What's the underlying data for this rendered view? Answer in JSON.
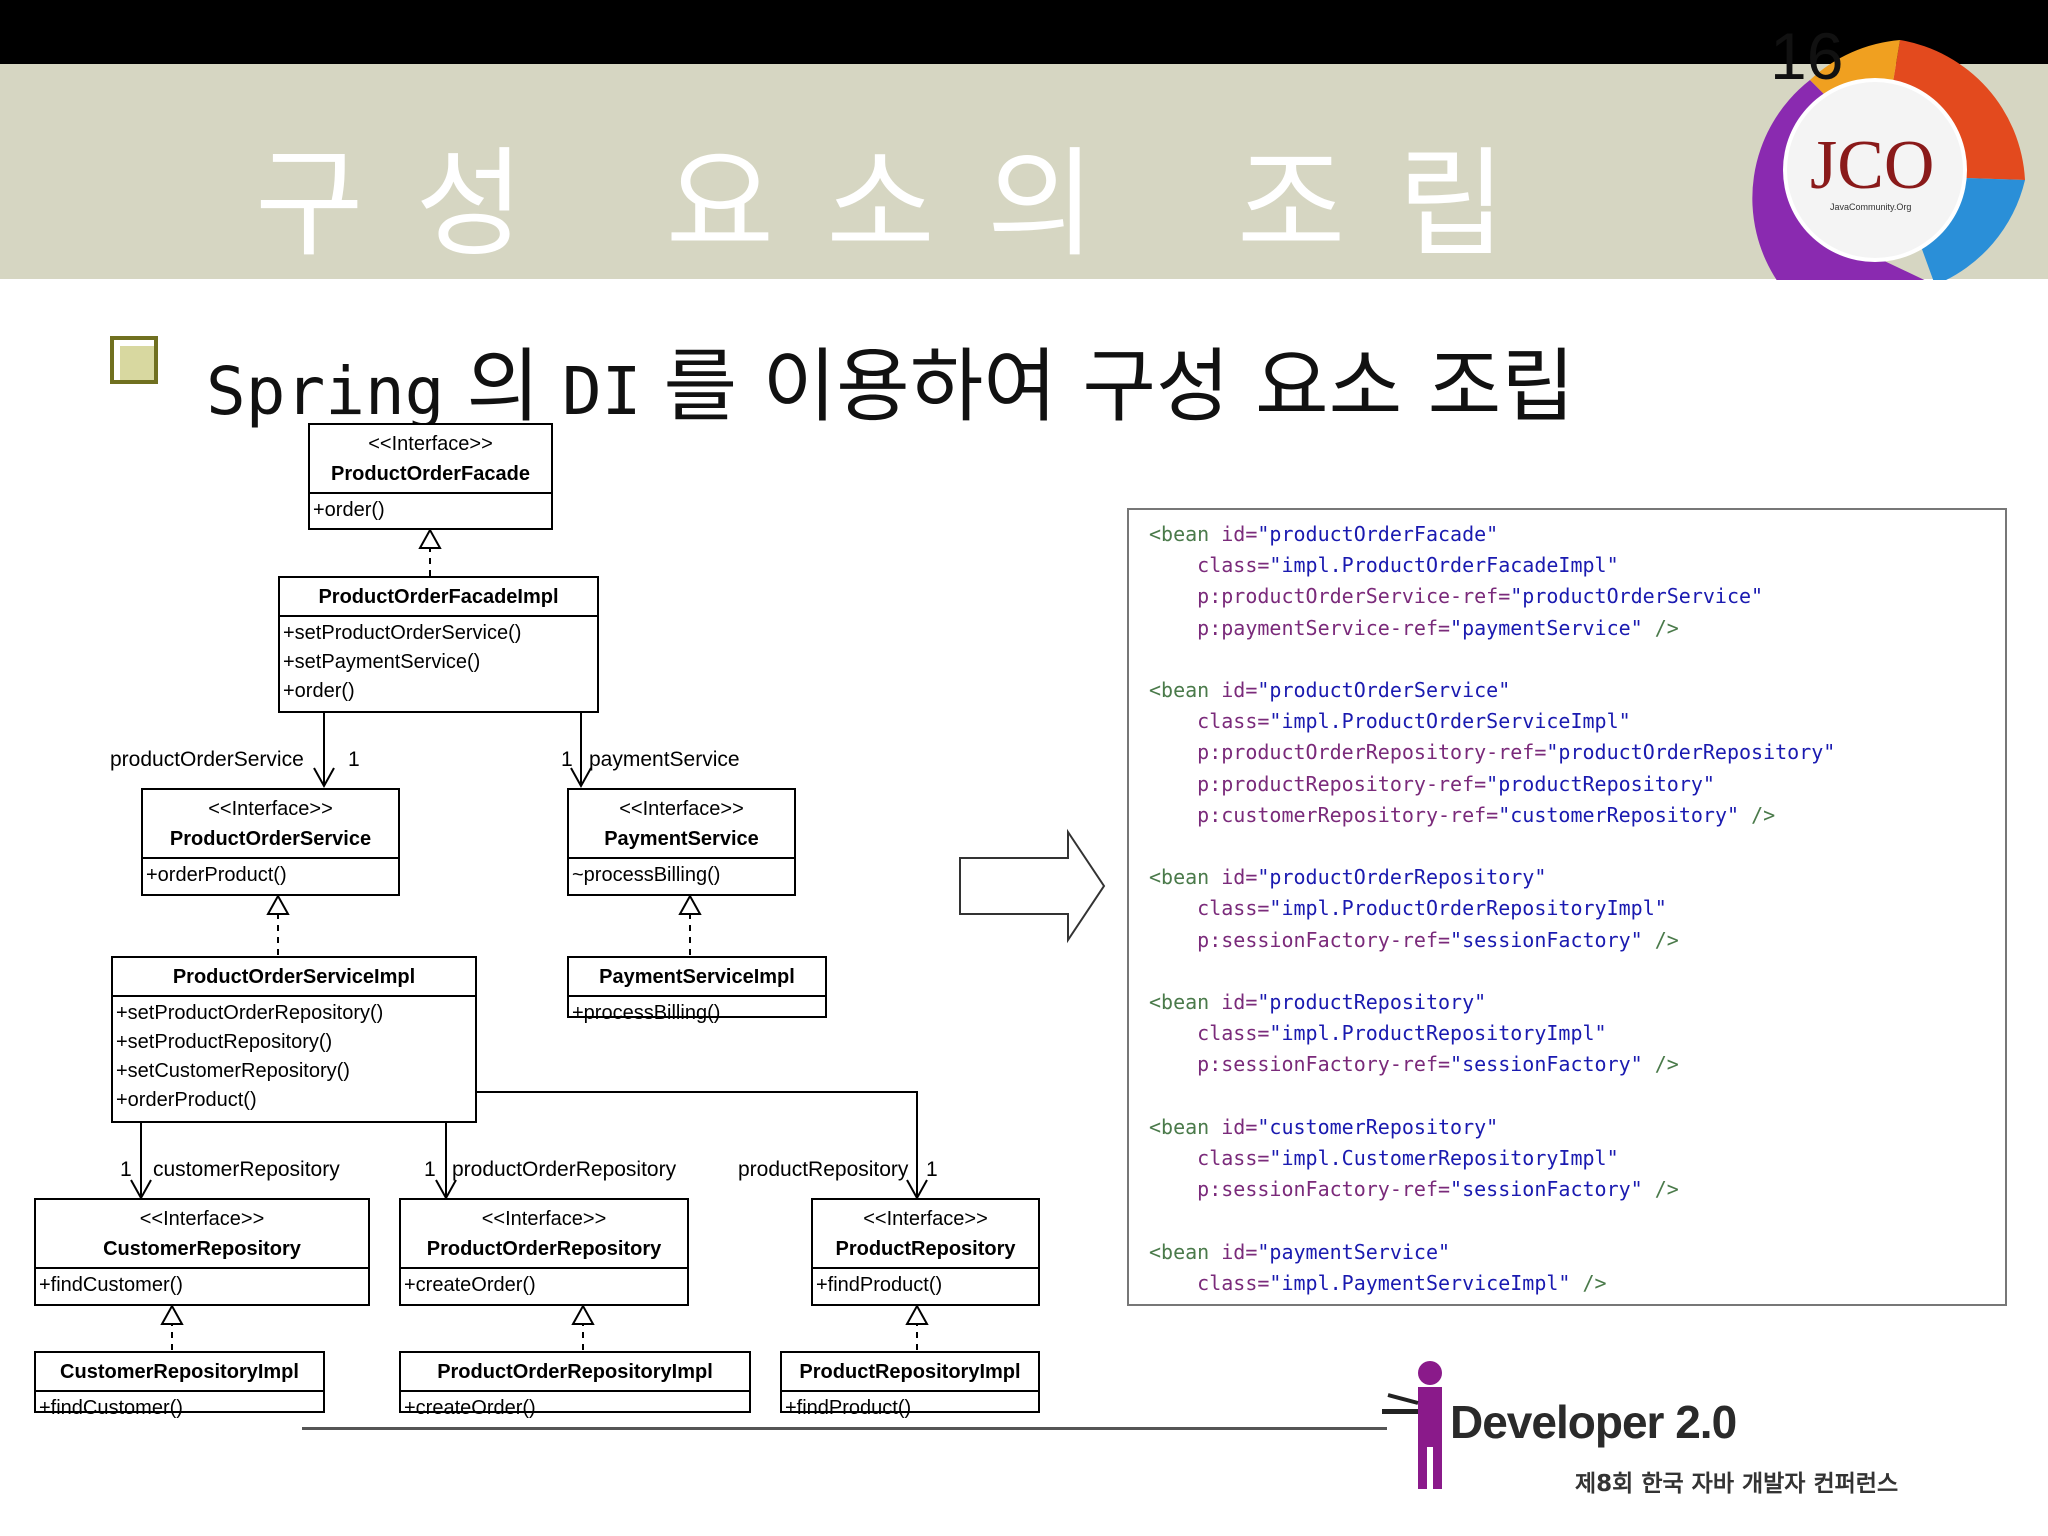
{
  "slide": {
    "number": "16",
    "title": "구성 요소의 조립",
    "subtitle": {
      "part1": "Spring",
      "part2": "의",
      "part3": "DI",
      "part4": "를 이용하여 구성 요소 조립"
    }
  },
  "uml": {
    "classes": {
      "pof": {
        "stereotype": "<<Interface>>",
        "name": "ProductOrderFacade",
        "ops": [
          "+order()"
        ]
      },
      "pofi": {
        "name": "ProductOrderFacadeImpl",
        "ops": [
          "+setProductOrderService()",
          "+setPaymentService()",
          "+order()"
        ]
      },
      "pos": {
        "stereotype": "<<Interface>>",
        "name": "ProductOrderService",
        "ops": [
          "+orderProduct()"
        ]
      },
      "ps": {
        "stereotype": "<<Interface>>",
        "name": "PaymentService",
        "ops": [
          "~processBilling()"
        ]
      },
      "posi": {
        "name": "ProductOrderServiceImpl",
        "ops": [
          "+setProductOrderRepository()",
          "+setProductRepository()",
          "+setCustomerRepository()",
          "+orderProduct()"
        ]
      },
      "psi": {
        "name": "PaymentServiceImpl",
        "ops": [
          "+processBilling()"
        ]
      },
      "cr": {
        "stereotype": "<<Interface>>",
        "name": "CustomerRepository",
        "ops": [
          "+findCustomer()"
        ]
      },
      "por": {
        "stereotype": "<<Interface>>",
        "name": "ProductOrderRepository",
        "ops": [
          "+createOrder()"
        ]
      },
      "pr": {
        "stereotype": "<<Interface>>",
        "name": "ProductRepository",
        "ops": [
          "+findProduct()"
        ]
      },
      "cri": {
        "name": "CustomerRepositoryImpl",
        "ops": [
          "+findCustomer()"
        ]
      },
      "pori": {
        "name": "ProductOrderRepositoryImpl",
        "ops": [
          "+createOrder()"
        ]
      },
      "pri": {
        "name": "ProductRepositoryImpl",
        "ops": [
          "+findProduct()"
        ]
      }
    },
    "labels": {
      "productOrderService": "productOrderService",
      "paymentService": "paymentService",
      "customerRepository": "customerRepository",
      "productOrderRepository": "productOrderRepository",
      "productRepository": "productRepository",
      "one": "1"
    }
  },
  "code": {
    "lines": [
      [
        {
          "t": "<bean ",
          "c": "p"
        },
        {
          "t": "id=",
          "c": "k"
        },
        {
          "t": "\"productOrderFacade\"",
          "c": "v"
        }
      ],
      [
        {
          "t": "    class=",
          "c": "k"
        },
        {
          "t": "\"impl.ProductOrderFacadeImpl\"",
          "c": "v"
        }
      ],
      [
        {
          "t": "    p:productOrderService-ref=",
          "c": "k"
        },
        {
          "t": "\"productOrderService\"",
          "c": "v"
        }
      ],
      [
        {
          "t": "    p:paymentService-ref=",
          "c": "k"
        },
        {
          "t": "\"paymentService\"",
          "c": "v"
        },
        {
          "t": " />",
          "c": "p"
        }
      ],
      [],
      [
        {
          "t": "<bean ",
          "c": "p"
        },
        {
          "t": "id=",
          "c": "k"
        },
        {
          "t": "\"productOrderService\"",
          "c": "v"
        }
      ],
      [
        {
          "t": "    class=",
          "c": "k"
        },
        {
          "t": "\"impl.ProductOrderServiceImpl\"",
          "c": "v"
        }
      ],
      [
        {
          "t": "    p:productOrderRepository-ref=",
          "c": "k"
        },
        {
          "t": "\"productOrderRepository\"",
          "c": "v"
        }
      ],
      [
        {
          "t": "    p:productRepository-ref=",
          "c": "k"
        },
        {
          "t": "\"productRepository\"",
          "c": "v"
        }
      ],
      [
        {
          "t": "    p:customerRepository-ref=",
          "c": "k"
        },
        {
          "t": "\"customerRepository\"",
          "c": "v"
        },
        {
          "t": " />",
          "c": "p"
        }
      ],
      [],
      [
        {
          "t": "<bean ",
          "c": "p"
        },
        {
          "t": "id=",
          "c": "k"
        },
        {
          "t": "\"productOrderRepository\"",
          "c": "v"
        }
      ],
      [
        {
          "t": "    class=",
          "c": "k"
        },
        {
          "t": "\"impl.ProductOrderRepositoryImpl\"",
          "c": "v"
        }
      ],
      [
        {
          "t": "    p:sessionFactory-ref=",
          "c": "k"
        },
        {
          "t": "\"sessionFactory\"",
          "c": "v"
        },
        {
          "t": " />",
          "c": "p"
        }
      ],
      [],
      [
        {
          "t": "<bean ",
          "c": "p"
        },
        {
          "t": "id=",
          "c": "k"
        },
        {
          "t": "\"productRepository\"",
          "c": "v"
        }
      ],
      [
        {
          "t": "    class=",
          "c": "k"
        },
        {
          "t": "\"impl.ProductRepositoryImpl\"",
          "c": "v"
        }
      ],
      [
        {
          "t": "    p:sessionFactory-ref=",
          "c": "k"
        },
        {
          "t": "\"sessionFactory\"",
          "c": "v"
        },
        {
          "t": " />",
          "c": "p"
        }
      ],
      [],
      [
        {
          "t": "<bean ",
          "c": "p"
        },
        {
          "t": "id=",
          "c": "k"
        },
        {
          "t": "\"customerRepository\"",
          "c": "v"
        }
      ],
      [
        {
          "t": "    class=",
          "c": "k"
        },
        {
          "t": "\"impl.CustomerRepositoryImpl\"",
          "c": "v"
        }
      ],
      [
        {
          "t": "    p:sessionFactory-ref=",
          "c": "k"
        },
        {
          "t": "\"sessionFactory\"",
          "c": "v"
        },
        {
          "t": " />",
          "c": "p"
        }
      ],
      [],
      [
        {
          "t": "<bean ",
          "c": "p"
        },
        {
          "t": "id=",
          "c": "k"
        },
        {
          "t": "\"paymentService\"",
          "c": "v"
        }
      ],
      [
        {
          "t": "    class=",
          "c": "k"
        },
        {
          "t": "\"impl.PaymentServiceImpl\"",
          "c": "v"
        },
        {
          "t": " />",
          "c": "p"
        }
      ]
    ]
  },
  "branding": {
    "logo_text": "JCO",
    "logo_sub": "JavaCommunity.Org",
    "footer_title": "Developer 2.0",
    "footer_sub": "제8회 한국 자바 개발자 컨퍼런스"
  },
  "colors": {
    "title_band": "#d6d6c2",
    "code_keyword": "#7a2a7a",
    "code_value": "#1a1ab0"
  }
}
